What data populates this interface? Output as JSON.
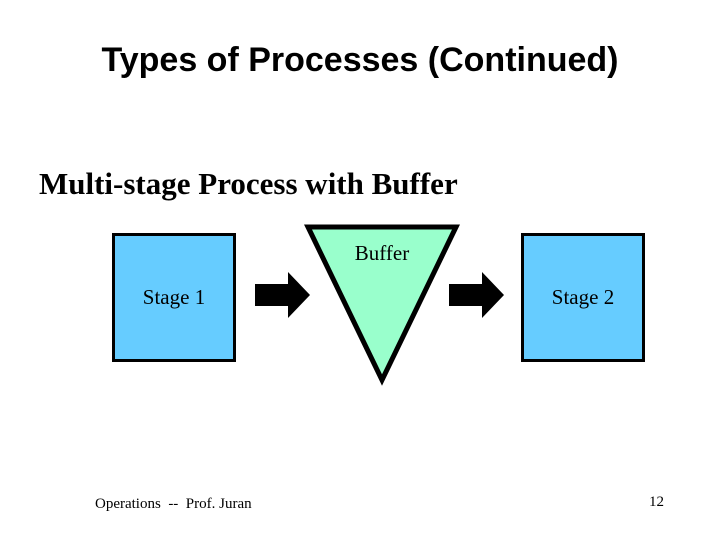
{
  "slide": {
    "title": "Types of Processes (Continued)",
    "heading": "Multi-stage Process with Buffer",
    "diagram": {
      "stage1_label": "Stage 1",
      "buffer_label": "Buffer",
      "stage2_label": "Stage 2",
      "arrow_icons": [
        "right-block-arrow",
        "right-block-arrow"
      ],
      "buffer_shape": "inverted-triangle"
    },
    "footer": {
      "credit": "Operations  --  Prof. Juran",
      "page_number": "12"
    },
    "colors": {
      "background": "#FFFFFF",
      "text": "#000000",
      "outline": "#000000",
      "box_fill": "#66CCFF",
      "buffer_fill": "#99FFCC"
    }
  }
}
